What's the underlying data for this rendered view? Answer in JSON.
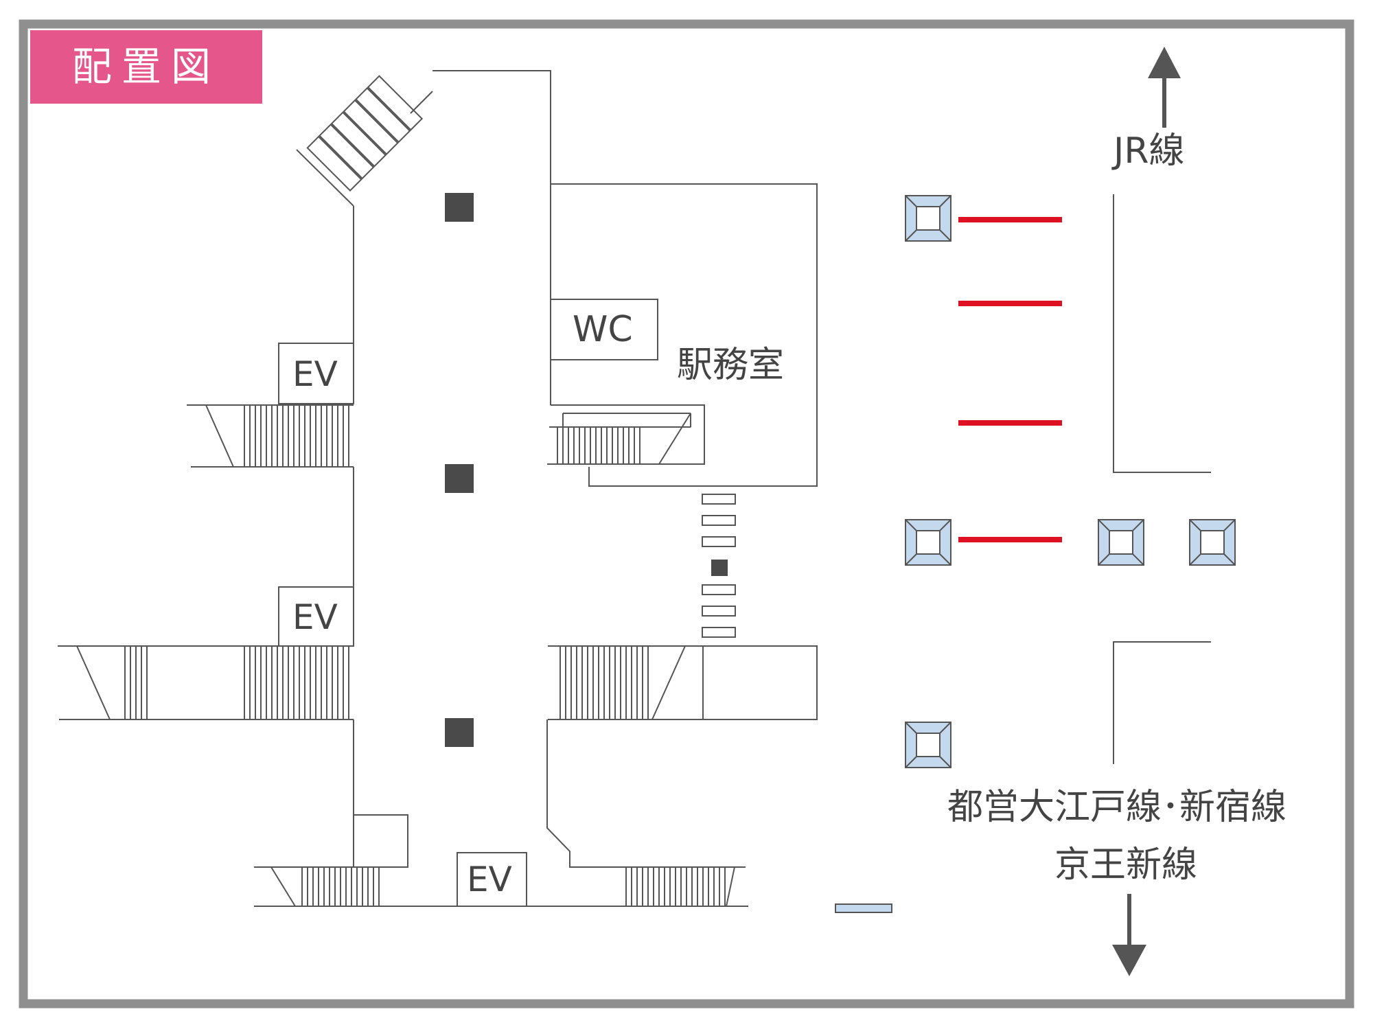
{
  "title": "配置図",
  "labels": {
    "ev_upper": "EV",
    "ev_middle": "EV",
    "ev_bottom": "EV",
    "wc": "WC",
    "station_office": "駅務室",
    "jr_line": "JR線",
    "lines_line1": "都営大江戸線･新宿線",
    "lines_line2": "京王新線"
  },
  "icons": {
    "north_arrow": "arrow-up-icon",
    "south_arrow": "arrow-down-icon"
  },
  "colors": {
    "title_bg": "#e5578a",
    "frame": "#8f8f8f",
    "wall": "#555555",
    "pillar": "#4a4a4a",
    "gate_bar": "#dd1122",
    "gate_box": "#c5d9ee",
    "text": "#444444"
  }
}
